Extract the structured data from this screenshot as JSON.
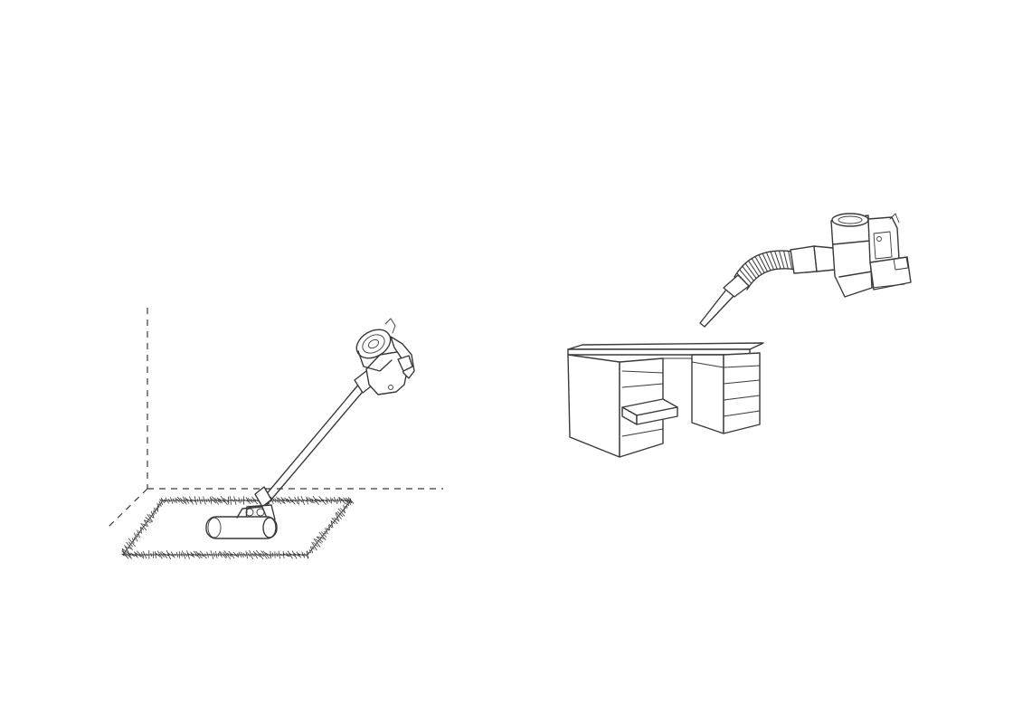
{
  "scenes": [
    {
      "id": "floor-cleaning",
      "depicts": [
        "stick-vacuum",
        "floor-brush",
        "rug",
        "room-corner"
      ]
    },
    {
      "id": "furniture-cleaning",
      "depicts": [
        "handheld-vacuum",
        "flexible-hose",
        "crevice-tool",
        "office-desk"
      ]
    }
  ],
  "colors": {
    "line": "#3a3a3a",
    "background": "#ffffff"
  }
}
